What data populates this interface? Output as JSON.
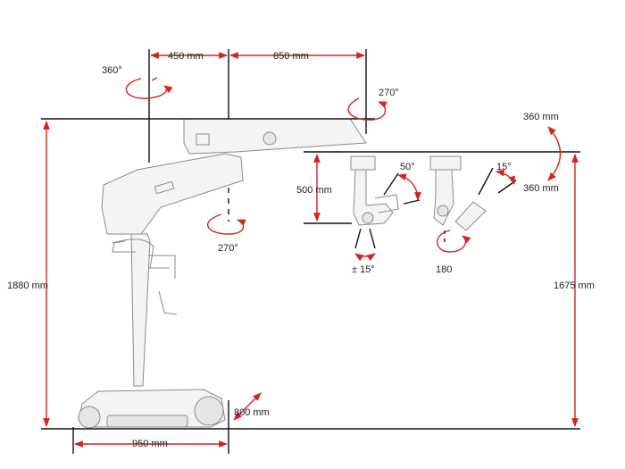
{
  "diagram": {
    "labels": {
      "rot_top_left": "360°",
      "width_450": "450 mm",
      "width_850": "850 mm",
      "rot_arm_270": "270°",
      "rot_right_360": "360 mm",
      "rot_right_360b": "360 mm",
      "angle_50": "50°",
      "angle_15": "15°",
      "height_500": "500 mm",
      "rot_mid_270": "270°",
      "tilt_15": "± 15°",
      "rot_180": "180",
      "height_1880": "1880 mm",
      "height_1675": "1675 mm",
      "depth_800": "800 mm",
      "base_950": "950 mm"
    },
    "colors": {
      "dimension": "#d4241c",
      "reference_line": "#111111",
      "machine_outline": "#8a8a8a"
    }
  }
}
